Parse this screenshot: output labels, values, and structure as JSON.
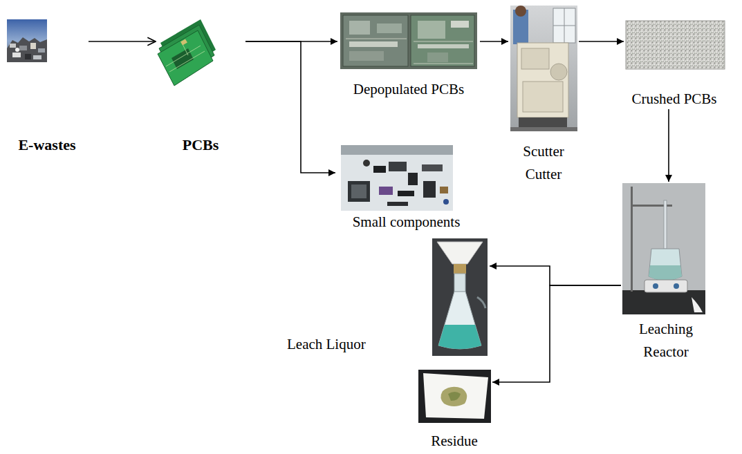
{
  "diagram": {
    "nodes": [
      {
        "text": [
          "E-wastes"
        ]
      },
      {
        "text": [
          "PCBs"
        ]
      },
      {
        "text": [
          "Depopulated PCBs"
        ]
      },
      {
        "text": [
          "Small components"
        ]
      },
      {
        "text": [
          "Scutter Cutter"
        ]
      },
      {
        "text": [
          "Crushed PCBs"
        ]
      },
      {
        "text": [
          "Leaching Reactor"
        ]
      },
      {
        "text": [
          "Leach Liquor"
        ]
      },
      {
        "text": [
          "Residue"
        ]
      }
    ],
    "edges": [
      {
        "from": 0,
        "to": 1,
        "arrow": "to"
      },
      {
        "from": 1,
        "to": 2,
        "arrow": "to"
      },
      {
        "from": 1,
        "to": 3,
        "arrow": "to"
      },
      {
        "from": 2,
        "to": 4,
        "arrow": "to"
      },
      {
        "from": 4,
        "to": 5,
        "arrow": "to"
      },
      {
        "from": 5,
        "to": 6,
        "arrow": "to"
      },
      {
        "from": 6,
        "to": 7,
        "arrow": "to"
      },
      {
        "from": 6,
        "to": 8,
        "arrow": "to"
      }
    ]
  }
}
